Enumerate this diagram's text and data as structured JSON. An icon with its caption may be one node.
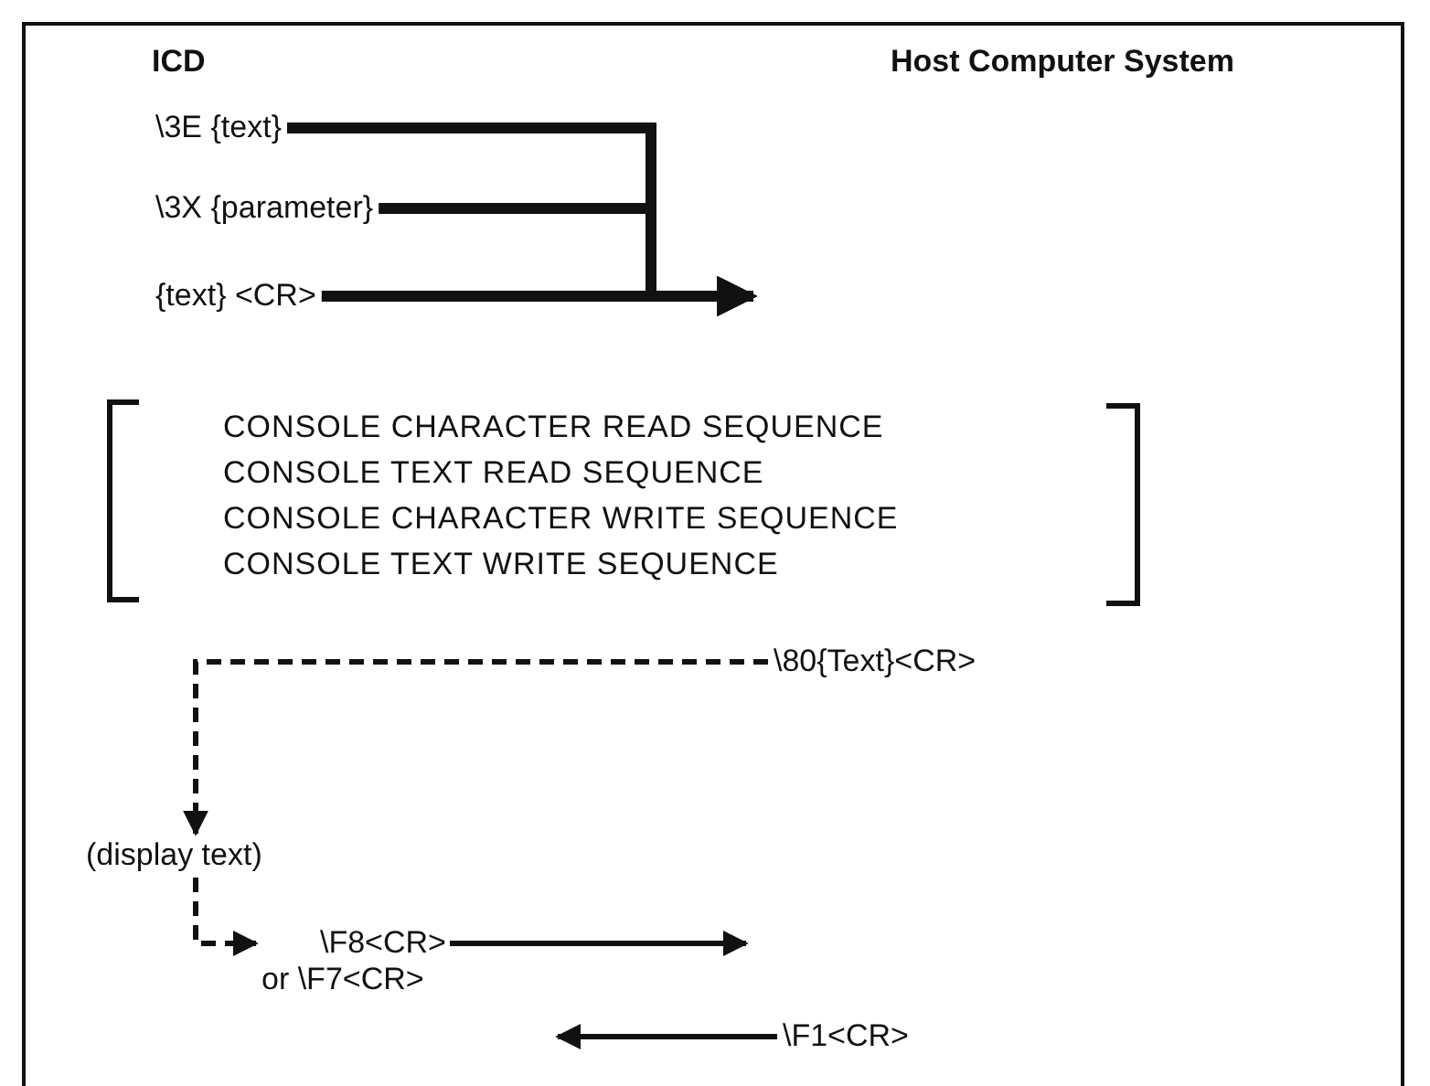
{
  "diagram": {
    "nodes": [
      {
        "text": [
          "\\3E {text}"
        ]
      },
      {
        "text": [
          "\\3X {parameter}"
        ]
      },
      {
        "text": [
          "{text} <CR>"
        ]
      },
      {
        "text": [
          "\\80{Text}<CR>"
        ]
      },
      {
        "text": [
          "(display text)"
        ]
      },
      {
        "text": [
          "\\F8<CR> or \\F7<CR>"
        ]
      },
      {
        "text": [
          "\\F1<CR>"
        ]
      }
    ],
    "edges": [
      {
        "from": 0,
        "to": null,
        "arrow": "to",
        "style": "thick"
      },
      {
        "from": 1,
        "to": null,
        "arrow": "to",
        "style": "thick"
      },
      {
        "from": 2,
        "to": null,
        "arrow": "to",
        "style": "thick"
      },
      {
        "from": 3,
        "to": 4,
        "arrow": "to",
        "style": "dashed"
      },
      {
        "from": 4,
        "to": 5,
        "arrow": "to",
        "style": "dashed"
      },
      {
        "from": 5,
        "to": null,
        "arrow": "to"
      },
      {
        "from": 6,
        "to": null,
        "arrow": "to"
      }
    ],
    "labels": [
      "ICD",
      "Host Computer System",
      "CONSOLE CHARACTER READ SEQUENCE",
      "CONSOLE TEXT READ SEQUENCE",
      "CONSOLE CHARACTER WRITE SEQUENCE",
      "CONSOLE TEXT WRITE SEQUENCE"
    ]
  }
}
